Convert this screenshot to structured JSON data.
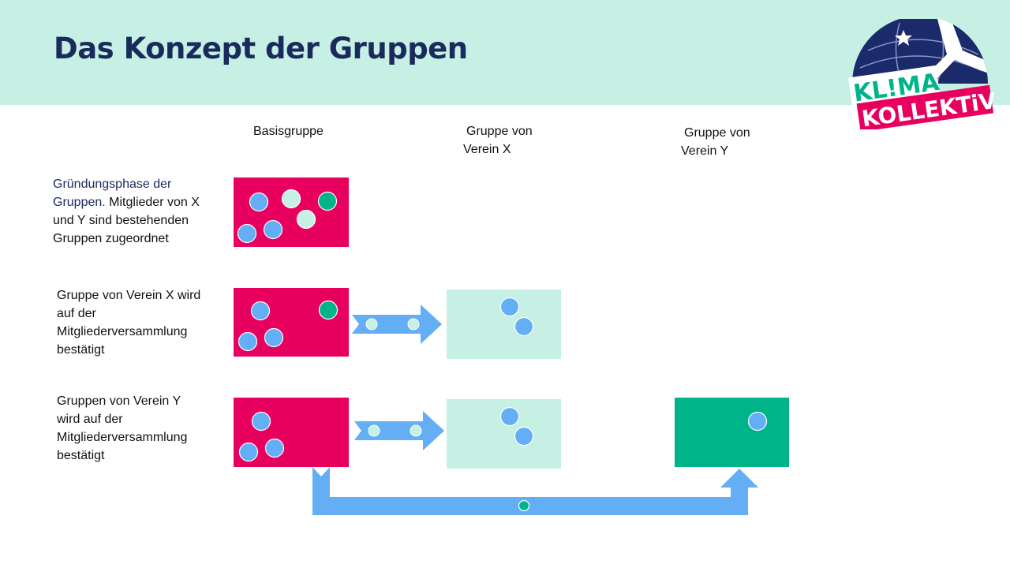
{
  "title": "Das Konzept der Gruppen",
  "logo": {
    "line1": "KL!MA",
    "line2": "KOLLEKTiV"
  },
  "columns": {
    "basis": "Basisgruppe",
    "verein_x": [
      "Gruppe von",
      "Verein X"
    ],
    "verein_y": [
      "Gruppe von",
      "Verein Y"
    ]
  },
  "rows": {
    "phase1": {
      "accent": [
        "Gründungsphase der",
        "Gruppen."
      ],
      "rest": [
        " Mitglieder von X",
        "und Y sind bestehenden",
        "Gruppen zugeordnet"
      ]
    },
    "phase2": [
      "Gruppe von Verein X wird",
      "auf der",
      "Mitgliederversammlung",
      "bestätigt"
    ],
    "phase3": [
      "Gruppen von Verein Y",
      "wird auf der",
      "Mitgliederversammlung",
      "bestätigt"
    ]
  },
  "colors": {
    "header_bg": "#c5f0e3",
    "title": "#1b2a5c",
    "basis_box": "#e8005f",
    "verein_x_box": "#c5f0e3",
    "verein_y_box": "#00b48a",
    "member_x": "#64aef5",
    "member_y": "#00b48a",
    "member_neutral": "#c5f0e3",
    "arrow": "#64aef5",
    "logo_navy": "#1b2a6b",
    "logo_pink": "#e8005f"
  }
}
